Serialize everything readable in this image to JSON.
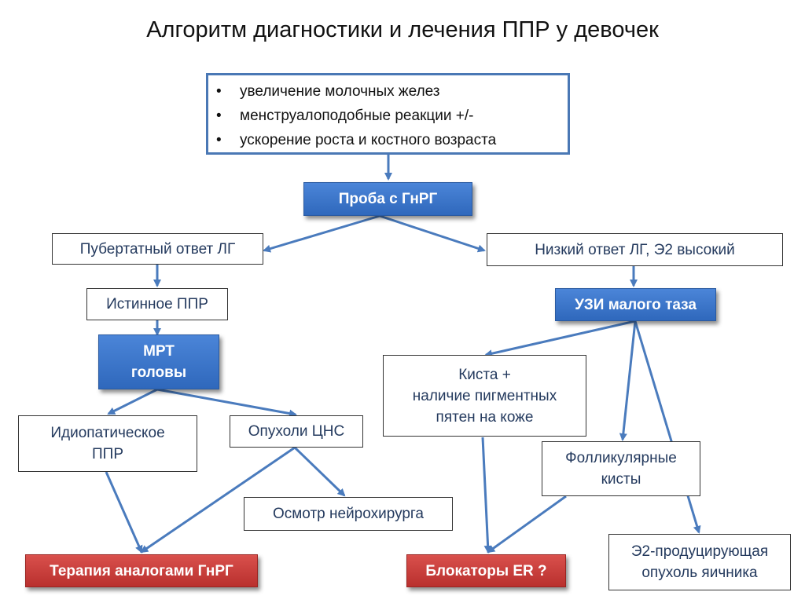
{
  "title": "Алгоритм диагностики и лечения ППР у девочек",
  "colors": {
    "arrow": "#4a7bbd",
    "blue_box": "#3a74c8",
    "red_box": "#c8403d",
    "border": "#333333"
  },
  "symptoms": [
    "увеличение молочных желез",
    "менструалоподобные реакции +/-",
    "ускорение роста и костного возраста"
  ],
  "nodes": {
    "gnrh_test": "Проба с ГнРГ",
    "pubertal_lh": "Пубертатный ответ ЛГ",
    "low_lh": "Низкий ответ ЛГ, Э2 высокий",
    "true_ppr": "Истинное ППР",
    "pelvic_us": "УЗИ малого таза",
    "mri_line1": "МРТ",
    "mri_line2": "головы",
    "cyst_line1": "Киста  +",
    "cyst_line2": "наличие пигментных",
    "cyst_line3": "пятен на коже",
    "idio_line1": "Идиопатическое",
    "idio_line2": "ППР",
    "cns_tumors": "Опухоли ЦНС",
    "follic_line1": "Фолликулярные",
    "follic_line2": "кисты",
    "neurosurgeon": "Осмотр нейрохирурга",
    "e2_line1": "Э2-продуцирующая",
    "e2_line2": "опухоль яичника",
    "gnrh_therapy": "Терапия аналогами ГнРГ",
    "er_blockers": "Блокаторы ER ?"
  }
}
